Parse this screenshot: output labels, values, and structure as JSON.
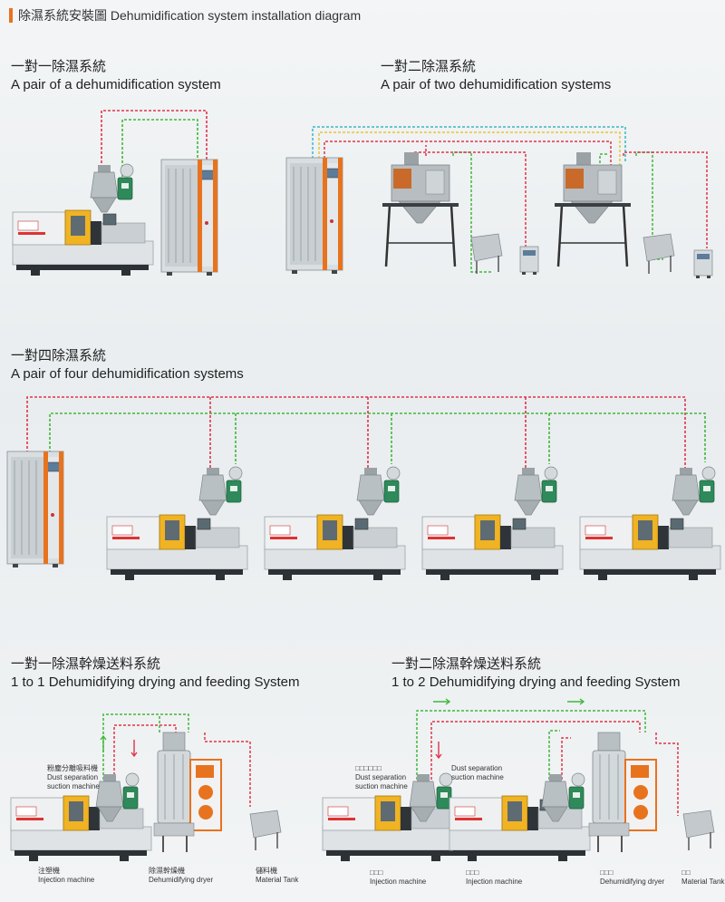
{
  "header": {
    "title": "除濕系統安裝圖 Dehumidification system installation diagram",
    "accent": "#e8731e"
  },
  "sections": [
    {
      "zh": "一對一除濕系統",
      "en": "A pair of a dehumidification system"
    },
    {
      "zh": "一對二除濕系統",
      "en": "A pair of two dehumidification systems"
    },
    {
      "zh": "一對四除濕系統",
      "en": "A pair of four dehumidification systems"
    },
    {
      "zh": "一對一除濕幹燥送料系統",
      "en": "1 to 1 Dehumidifying drying and feeding System"
    },
    {
      "zh": "一對二除濕幹燥送料系統",
      "en": "1 to 2 Dehumidifying drying and feeding System"
    }
  ],
  "labels": {
    "dust_zh": "粉塵分離吸料機",
    "dust_en1": "Dust separation",
    "dust_en2": "suction machine",
    "dust_zh_b": "□□□□□□",
    "injection_zh": "注塑機",
    "injection_en": "Injection machine",
    "injection_zh_b": "□□□",
    "dryer_zh": "除濕幹燥機",
    "dryer_en": "Dehumidifying dryer",
    "dryer_zh_b": "□□□",
    "tank_zh": "儲料機",
    "tank_en": "Material Tank",
    "tank_zh_b": "□□"
  },
  "colors": {
    "red_line": "#e0344b",
    "green_line": "#3fb83a",
    "yellow_line": "#e6c833",
    "cyan_line": "#3ab8c4",
    "orange": "#e8731e",
    "machine_yellow": "#f0b323"
  }
}
